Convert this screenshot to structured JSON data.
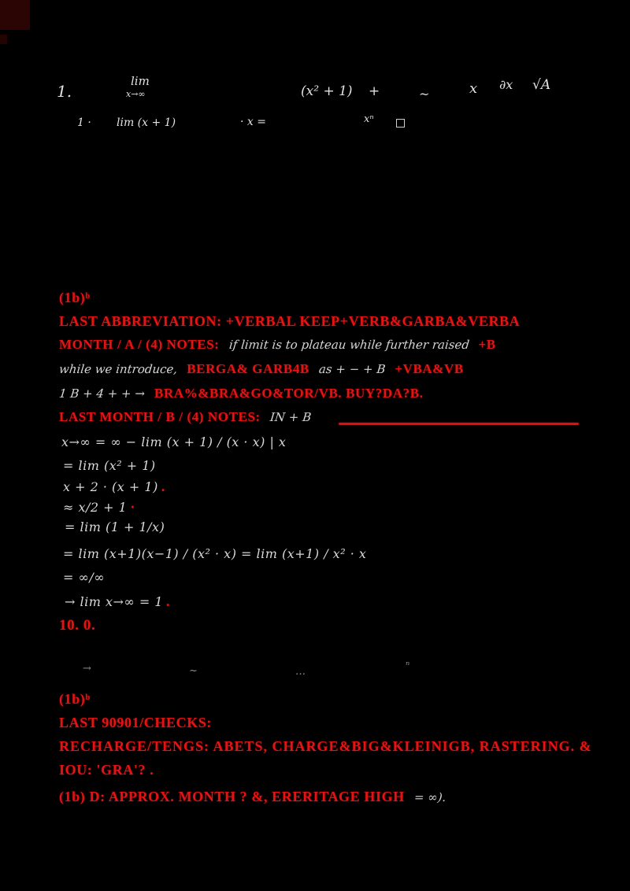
{
  "colors": {
    "background": "#000000",
    "pen_red": "#e41414",
    "ink_white": "#d9d9d9",
    "faint_gray": "#8f8f8f",
    "corner_artifact": "#2b0404"
  },
  "top_math": {
    "line1": {
      "item_number": "1.",
      "lim": "lim",
      "lim_sub": "x→∞",
      "expr": "(x² + 1)",
      "plus": "+",
      "tilde": "~",
      "x": "x",
      "partial": "∂x",
      "root": "√A"
    },
    "line2": {
      "seg_a": "1 ·",
      "seg_b": "lim (x + 1)",
      "seg_c": "· x =",
      "seg_d": "xⁿ"
    }
  },
  "feedback1": {
    "tag": "(1b)ᵇ",
    "line1": "LAST ABBREVIATION: +VERBAL KEEP+VERB&GARBA&VERBA",
    "line2_red": "MONTH / A / (4) NOTES:",
    "line2_hw": "if limit is to plateau while further raised",
    "line2_end": "+B",
    "line3_hw1": "while we introduce,",
    "line3_red1": "BERGA& GARB4B",
    "line3_hw2": "as + − + B",
    "line3_red2": "+VBA&VB",
    "line4_hw": "1 B + 4 + + →",
    "line4_red": "BRA%&BRA&GO&TOR/VB. BUY?DA?B.",
    "line5_red": "LAST MONTH / B / (4) NOTES:",
    "line5_hw": "IN + B"
  },
  "work": {
    "lines": [
      "x→∞ = ∞ − lim (x + 1) / (x · x) | x",
      "= lim (x² + 1)",
      "x + 2 · (x + 1)",
      "≈ x/2 + 1",
      "= lim (1 + 1/x)",
      "= lim (x+1)(x−1) / (x² · x) = lim (x+1) / x² · x",
      "= ∞/∞",
      "→ lim x→∞ = 1"
    ],
    "mark_dot": ".",
    "mark_comma": "·",
    "mark_period": "."
  },
  "grade": "10. 0.",
  "faint_row": {
    "a": "→",
    "b": "~",
    "c": "…",
    "d": "ⁿ"
  },
  "feedback2": {
    "tag": "(1b)ᵇ",
    "line1": "LAST 90901/CHECKS:",
    "line2": "RECHARGE/TENGS: ABETS, CHARGE&BIG&KLEINIGB, RASTERING. &",
    "line3": "IOU: 'GRA'? .",
    "line4_red": "(1b) D: APPROX. MONTH ? &, ERERITAGE HIGH",
    "line4_hw": "= ∞)."
  }
}
